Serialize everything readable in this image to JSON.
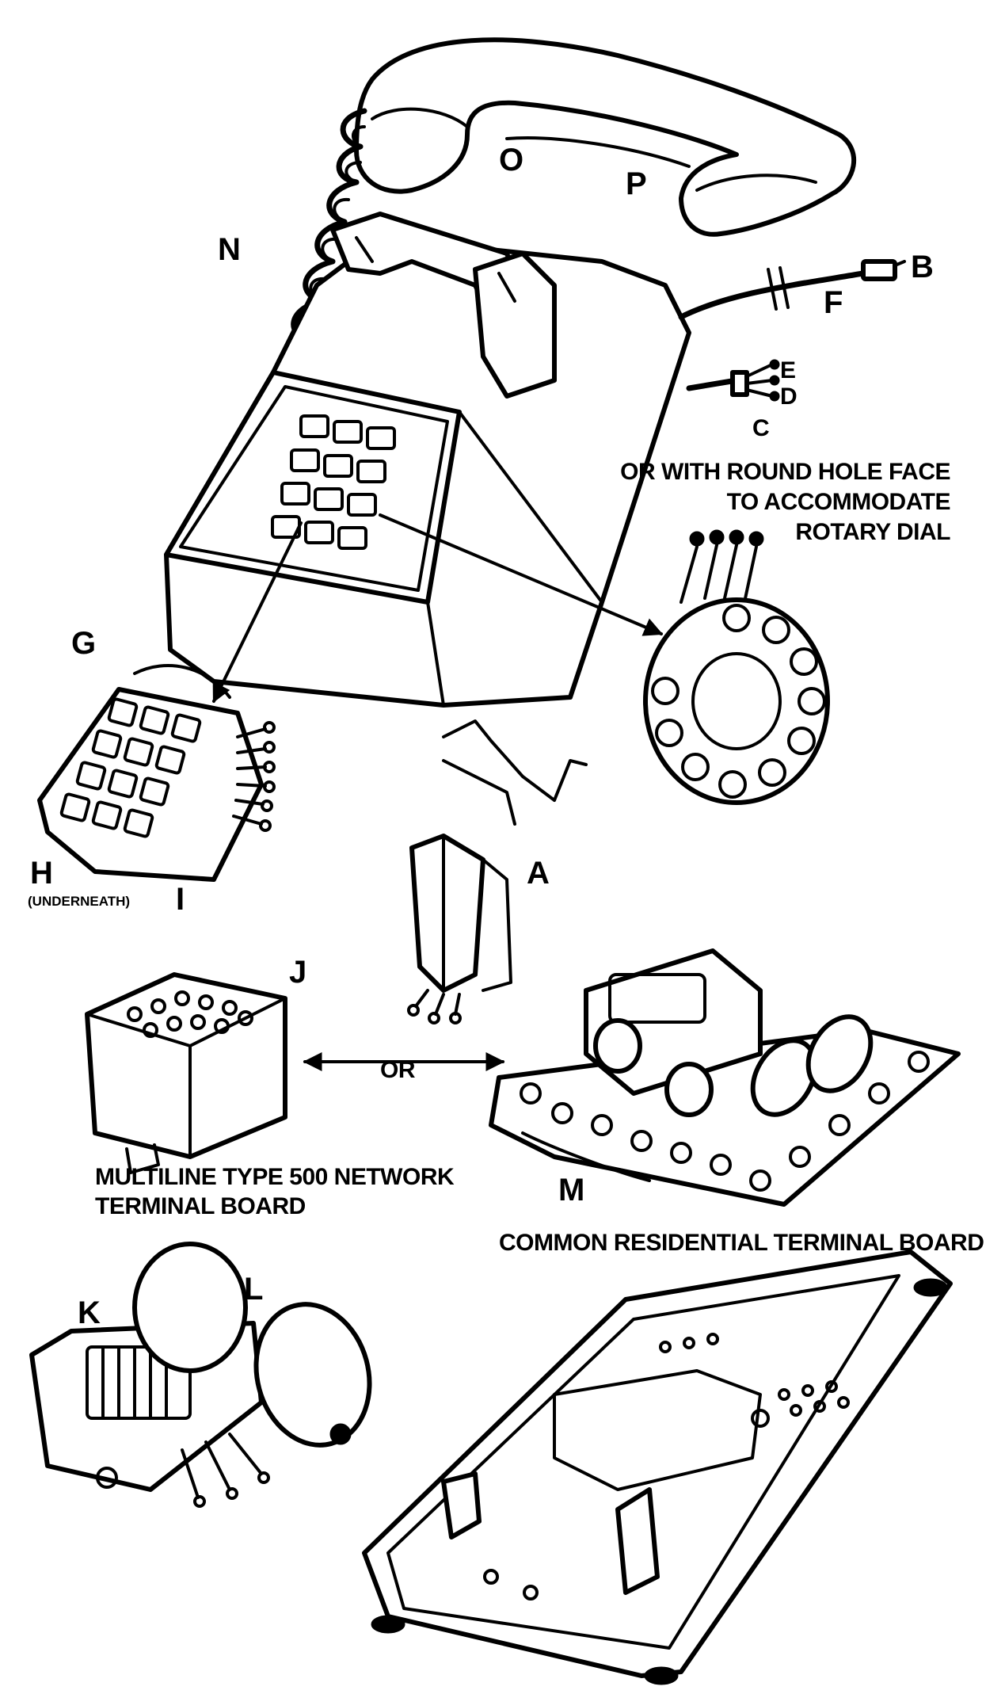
{
  "labels": {
    "O": "O",
    "P": "P",
    "N": "N",
    "B": "B",
    "F": "F",
    "E": "E",
    "D": "D",
    "C": "C",
    "G": "G",
    "H": "H",
    "underneath": "(UNDERNEATH)",
    "I": "I",
    "A": "A",
    "J": "J",
    "M": "M",
    "K": "K",
    "L": "L"
  },
  "captions": {
    "rotary_line1": "OR WITH ROUND HOLE FACE",
    "rotary_line2": "TO ACCOMMODATE",
    "rotary_line3": "ROTARY DIAL",
    "or": "OR",
    "multiline_line1": "MULTILINE TYPE 500 NETWORK",
    "multiline_line2": "TERMINAL BOARD",
    "common_board": "COMMON  RESIDENTIAL TERMINAL BOARD"
  }
}
